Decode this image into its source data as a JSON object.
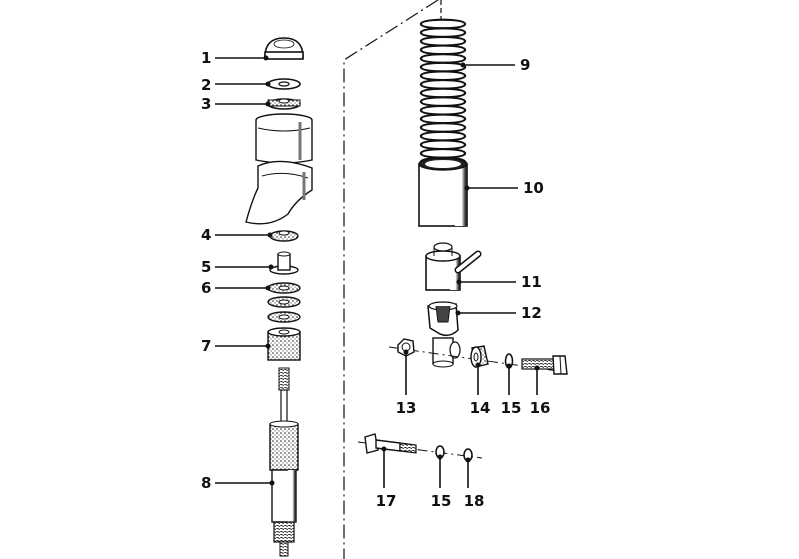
{
  "diagram": {
    "callouts": [
      {
        "id": "c1",
        "text": "1"
      },
      {
        "id": "c2",
        "text": "2"
      },
      {
        "id": "c3",
        "text": "3"
      },
      {
        "id": "c4",
        "text": "4"
      },
      {
        "id": "c5",
        "text": "5"
      },
      {
        "id": "c6",
        "text": "6"
      },
      {
        "id": "c7",
        "text": "7"
      },
      {
        "id": "c8",
        "text": "8"
      },
      {
        "id": "c9",
        "text": "9"
      },
      {
        "id": "c10",
        "text": "10"
      },
      {
        "id": "c11",
        "text": "11"
      },
      {
        "id": "c12",
        "text": "12"
      },
      {
        "id": "c13",
        "text": "13"
      },
      {
        "id": "c14",
        "text": "14"
      },
      {
        "id": "c15a",
        "text": "15"
      },
      {
        "id": "c16",
        "text": "16"
      },
      {
        "id": "c17",
        "text": "17"
      },
      {
        "id": "c15b",
        "text": "15"
      },
      {
        "id": "c18",
        "text": "18"
      }
    ]
  }
}
